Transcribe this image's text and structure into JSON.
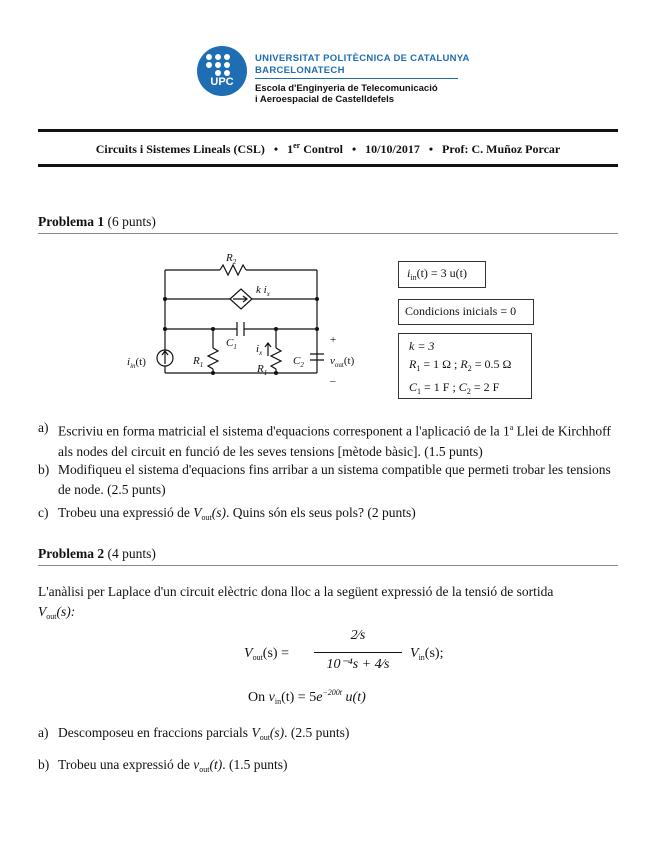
{
  "logo": {
    "acronym": "UPC",
    "university_line1": "UNIVERSITAT POLITÈCNICA DE CATALUNYA",
    "university_line2": "BARCELONATECH",
    "school_line1": "Escola d'Enginyeria de Telecomunicació",
    "school_line2": "i Aeroespacial de Castelldefels"
  },
  "header": {
    "course": "Circuits i Sistemes Lineals (CSL)",
    "exam_num": "1",
    "exam_sup": "er",
    "exam_word": "Control",
    "date": "10/10/2017",
    "prof": "Prof: C. Muñoz Porcar",
    "separator": "•"
  },
  "problem1": {
    "title": "Problema 1",
    "points": "(6 punts)",
    "circuit_labels": {
      "R2": "R",
      "R2_sub": "2",
      "dep_source": "k i",
      "dep_source_sub": "x",
      "C1": "C",
      "C1_sub": "1",
      "ix": "i",
      "ix_sub": "x",
      "R1": "R",
      "R1_sub": "1",
      "R1b": "R",
      "R1b_sub": "1",
      "C2": "C",
      "C2_sub": "2",
      "iin": "i",
      "iin_sub": "in",
      "iin_arg": "(t)",
      "vout": "v",
      "vout_sub": "out",
      "vout_arg": "(t)",
      "plus": "+",
      "minus": "–"
    },
    "box_input": {
      "lhs": "i",
      "lhs_sub": "in",
      "eq": "(t) = 3 u(t)"
    },
    "box_ic": "Condicions inicials = 0",
    "box_params": {
      "line1": "k = 3",
      "line2a": "R",
      "line2a_sub": "1",
      "line2a_val": " = 1 Ω ;  ",
      "line2b": "R",
      "line2b_sub": "2",
      "line2b_val": " = 0.5 Ω",
      "line3a": "C",
      "line3a_sub": "1",
      "line3a_val": " = 1 F ;  ",
      "line3b": "C",
      "line3b_sub": "2",
      "line3b_val": " = 2 F"
    },
    "questions": [
      {
        "label": "a)",
        "text_pre": "Escriviu en forma matricial el sistema d'equacions corresponent a l'aplicació de la 1",
        "sup": "a",
        "text_post": " Llei de Kirchhoff als nodes del circuit en funció de les seves tensions [mètode bàsic]. (1.5 punts)"
      },
      {
        "label": "b)",
        "text": "Modifiqueu el sistema d'equacions fins arribar a un sistema compatible que permeti trobar les tensions de node. (2.5 punts)"
      },
      {
        "label": "c)",
        "text_pre": "Trobeu una expressió de ",
        "var": "V",
        "var_sub": "out",
        "var_arg": "(s)",
        "text_post": ". Quins són els seus pols? (2 punts)"
      }
    ]
  },
  "problem2": {
    "title": "Problema 2",
    "points": "(4 punts)",
    "intro_pre": "L'anàlisi per Laplace d'un circuit elèctric dona lloc a la següent expressió de la tensió de sortida",
    "intro_var": "V",
    "intro_var_sub": "out",
    "intro_var_arg": "(s):",
    "eq_lhs": "V",
    "eq_lhs_sub": "out",
    "eq_lhs_arg": "(s) =",
    "eq_num": "2⁄s",
    "eq_den": "10⁻⁴s + 4⁄s",
    "eq_rhs": "V",
    "eq_rhs_sub": "in",
    "eq_rhs_arg": "(s);",
    "eq2_pre": "On ",
    "eq2_var": "v",
    "eq2_var_sub": "in",
    "eq2_rest": "(t) = 5",
    "eq2_e": "e",
    "eq2_exp": "−200t",
    "eq2_post": " u(t)",
    "questions": [
      {
        "label": "a)",
        "text_pre": "Descomposeu en fraccions parcials ",
        "var": "V",
        "var_sub": "out",
        "var_arg": "(s)",
        "text_post": ". (2.5 punts)"
      },
      {
        "label": "b)",
        "text_pre": "Trobeu una expressió de ",
        "var": "v",
        "var_sub": "out",
        "var_arg": "(t)",
        "text_post": ". (1.5 punts)"
      }
    ]
  }
}
